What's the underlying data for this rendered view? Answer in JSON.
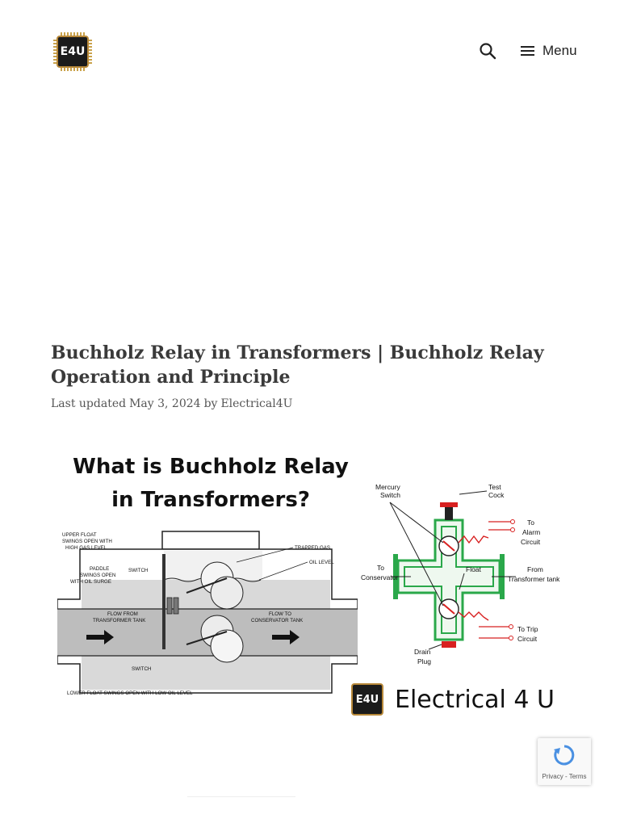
{
  "header": {
    "logo_text": "E4U",
    "menu_label": "Menu"
  },
  "article": {
    "title": "Buchholz Relay in Transformers | Buchholz Relay Operation and Principle",
    "meta_prefix": "Last updated",
    "date": "May 3, 2024",
    "by": "by",
    "author": "Electrical4U"
  },
  "feature_image": {
    "heading_line1": "What is Buchholz Relay",
    "heading_line2": "in Transformers?",
    "left_diagram_labels": {
      "upper_float": "UPPER FLOAT",
      "upper_float_2": "SWINGS OPEN WITH",
      "upper_float_3": "HIGH GAS LEVEL",
      "paddle": "PADDLE",
      "paddle_2": "SWINGS OPEN",
      "paddle_3": "WITH OIL SURGE",
      "switch_top": "SWITCH",
      "trapped_gas": "TRAPPED GAS",
      "oil_level": "OIL LEVEL",
      "flow_from": "FLOW FROM",
      "flow_from_2": "TRANSFORMER TANK",
      "flow_to": "FLOW TO",
      "flow_to_2": "CONSERVATOR TANK",
      "switch_bottom": "SWITCH",
      "lower_float": "LOWER FLOAT SWINGS OPEN WITH LOW OIL LEVEL"
    },
    "right_diagram_labels": {
      "mercury": "Mercury",
      "switch": "Switch",
      "test": "Test",
      "cock": "Cock",
      "to_alarm_1": "To",
      "to_alarm_2": "Alarm",
      "to_alarm_3": "Circuit",
      "to_conservator_1": "To",
      "to_conservator_2": "Conservator",
      "float": "Float",
      "from_1": "From",
      "from_2": "Transformer tank",
      "to_trip_1": "To Trip",
      "to_trip_2": "Circuit",
      "drain_1": "Drain",
      "drain_2": "Plug"
    },
    "brand_logo_text": "E4U",
    "brand_text": "Electrical 4 U"
  },
  "recaptcha": {
    "links": "Privacy - Terms"
  },
  "colors": {
    "logo_gold": "#b8893a",
    "diagram_green": "#2aa84a",
    "diagram_red": "#d82020"
  }
}
